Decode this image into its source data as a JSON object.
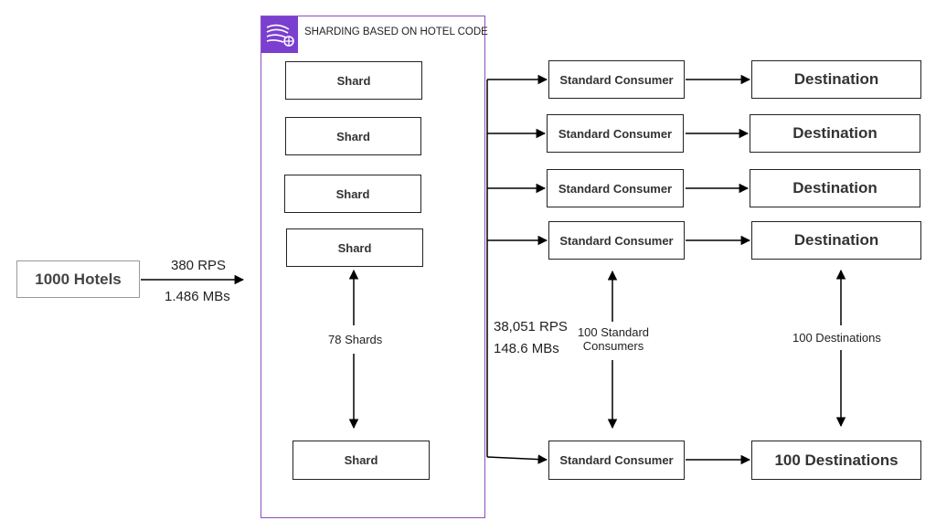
{
  "source": {
    "label": "1000 Hotels"
  },
  "ingress": {
    "rps": "380 RPS",
    "throughput": "1.486 MBs"
  },
  "stream": {
    "title": "SHARDING BASED ON HOTEL CODE",
    "icon": "kinesis-stream-icon",
    "shards": [
      "Shard",
      "Shard",
      "Shard",
      "Shard",
      "Shard"
    ],
    "shard_count_label": "78 Shards"
  },
  "egress": {
    "rps": "38,051 RPS",
    "throughput": "148.6 MBs"
  },
  "consumers": {
    "items": [
      "Standard Consumer",
      "Standard Consumer",
      "Standard Consumer",
      "Standard Consumer",
      "Standard Consumer"
    ],
    "count_label_line1": "100 Standard",
    "count_label_line2": "Consumers"
  },
  "destinations": {
    "items": [
      "Destination",
      "Destination",
      "Destination",
      "Destination",
      "100 Destinations"
    ],
    "count_label": "100 Destinations"
  },
  "colors": {
    "group_border": "#8a4fc0",
    "icon_bg": "#7b3fd0",
    "line": "#000000"
  }
}
